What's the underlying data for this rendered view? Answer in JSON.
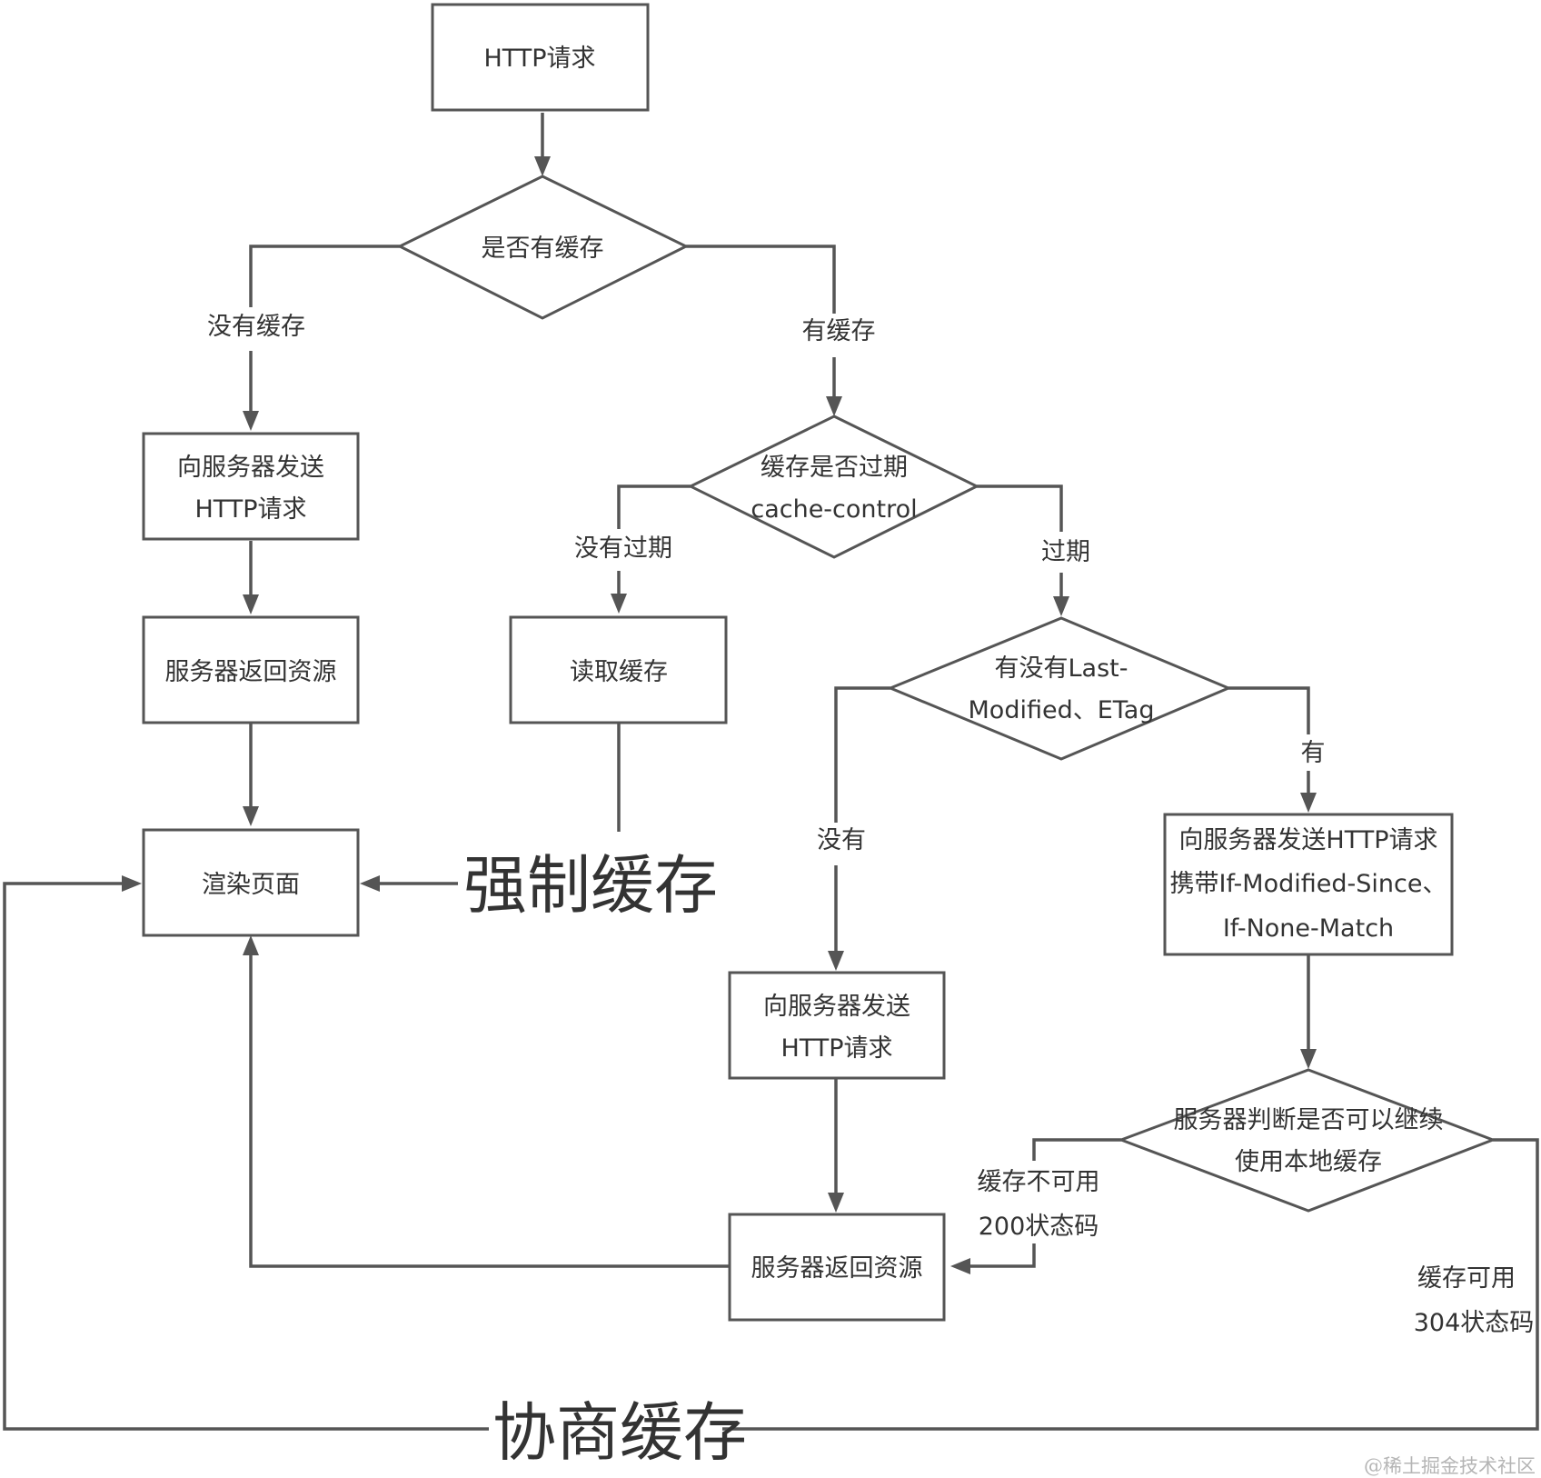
{
  "nodes": {
    "http_request": "HTTP请求",
    "has_cache": "是否有缓存",
    "send_req_1": [
      "向服务器发送",
      "HTTP请求"
    ],
    "return_res_1": "服务器返回资源",
    "render": "渲染页面",
    "expired_check": [
      "缓存是否过期",
      "cache-control"
    ],
    "read_cache": "读取缓存",
    "has_lm_etag": [
      "有没有Last-",
      "Modified、ETag"
    ],
    "send_req_2": [
      "向服务器发送",
      "HTTP请求"
    ],
    "return_res_2": "服务器返回资源",
    "send_conditional": [
      "向服务器发送HTTP请求",
      "携带If-Modified-Since、",
      "If-None-Match"
    ],
    "server_judge": [
      "服务器判断是否可以继续",
      "使用本地缓存"
    ]
  },
  "edges": {
    "no_cache": "没有缓存",
    "has_cache": "有缓存",
    "not_expired": "没有过期",
    "expired": "过期",
    "no": "没有",
    "yes": "有",
    "unavailable": [
      "缓存不可用",
      "200状态码"
    ],
    "available": [
      "缓存可用",
      "304状态码"
    ]
  },
  "annotations": {
    "strong_cache": "强制缓存",
    "negotiated_cache": "协商缓存"
  },
  "watermark": "@稀土掘金技术社区"
}
